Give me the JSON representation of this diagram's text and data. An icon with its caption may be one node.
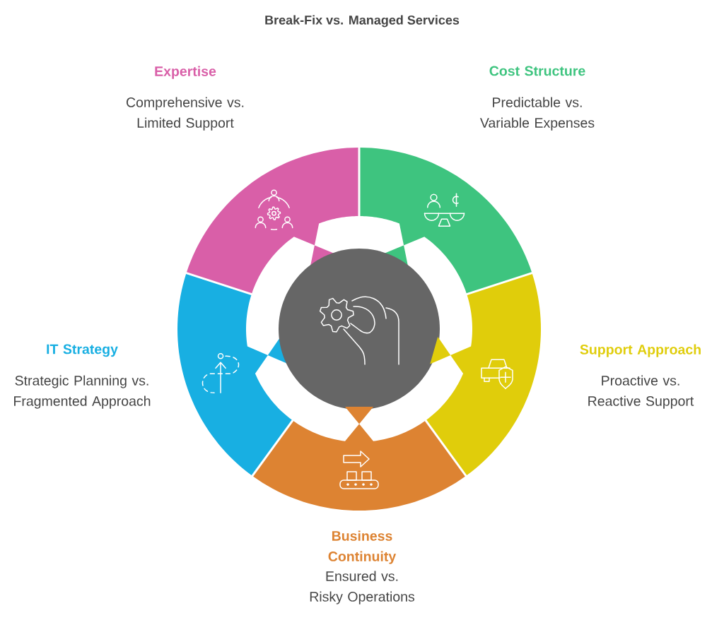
{
  "diagram": {
    "title": "Break-Fix vs. Managed Services",
    "nodes": [
      {
        "text": [
          "Expertise",
          "Comprehensive vs. Limited Support"
        ]
      },
      {
        "text": [
          "Cost Structure",
          "Predictable vs. Variable Expenses"
        ]
      },
      {
        "text": [
          "IT Strategy",
          "Strategic Planning vs. Fragmented Approach"
        ]
      },
      {
        "text": [],
        "shape": "circle"
      },
      {
        "text": [
          "Support Approach",
          "Proactive vs. Reactive Support"
        ]
      },
      {
        "text": [
          "Business Continuity",
          "Ensured vs. Risky Operations"
        ]
      }
    ]
  }
}
